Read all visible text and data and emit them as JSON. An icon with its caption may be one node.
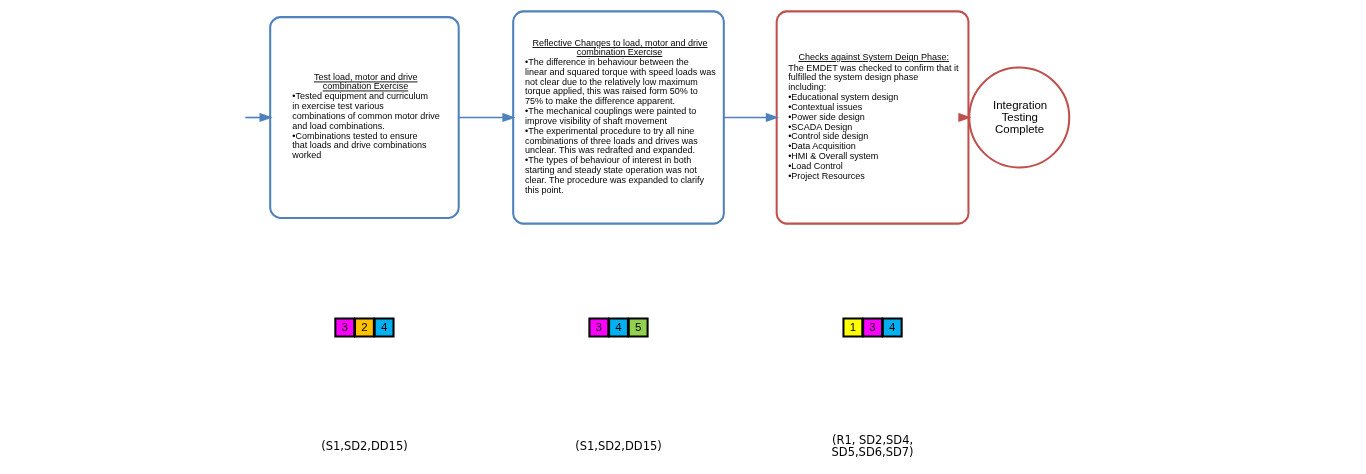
{
  "diagram": {
    "nodes": [
      {
        "text": [
          "Test load, motor and drive combination Exercise",
          "•Tested equipment and curriculum in exercise test various combinations of common motor drive and load combinations.",
          "•Combinations tested to ensure that loads and drive combinations worked"
        ]
      },
      {
        "text": [
          "3"
        ]
      },
      {
        "text": [
          "2"
        ]
      },
      {
        "text": [
          "4"
        ]
      },
      {
        "text": [
          "Reflective Changes to load, motor and drive combination Exercise",
          "•The difference in behaviour between the linear and squared torque with speed loads was not clear due to the relatively low maximum torque applied, this was raised form 50% to 75% to make the difference apparent.",
          "•The mechanical couplings were painted to improve visibility of shaft movement",
          "•The experimental procedure to try all nine combinations of three loads and drives was unclear. This was redrafted and expanded.",
          "•The types of behaviour of interest in both starting and steady state operation was not clear. The procedure was expanded to clarify this point."
        ]
      },
      {
        "text": [
          "3"
        ]
      },
      {
        "text": [
          "4"
        ]
      },
      {
        "text": [
          "5"
        ]
      },
      {
        "text": [
          "Checks against System Deign Phase:",
          "The EMDET was checked to confirm that it fulfilled the system design phase including:",
          "•Educational system design",
          "•Contextual issues",
          "•Power side design",
          "•SCADA Design",
          "•Control side design",
          "•Data Acquisition",
          "•HMI & Overall system",
          "•Load Control",
          "•Project Resources"
        ]
      },
      {
        "text": [
          "1"
        ]
      },
      {
        "text": [
          "3"
        ]
      },
      {
        "text": [
          "4"
        ]
      },
      {
        "text": [
          "Integration Testing Complete"
        ]
      }
    ],
    "edges": [
      {
        "from": null,
        "to": 0,
        "arrow": "to"
      },
      {
        "from": 0,
        "to": 4,
        "arrow": "to"
      },
      {
        "from": 4,
        "to": 8,
        "arrow": "to"
      },
      {
        "from": 8,
        "to": 12,
        "arrow": "to",
        "color": "#c0504d"
      }
    ],
    "labels": [
      "(S1,SD2,DD15)",
      "(S1,SD2,DD15)",
      "(R1, SD2,SD4, SD5,SD6,SD7)"
    ]
  }
}
